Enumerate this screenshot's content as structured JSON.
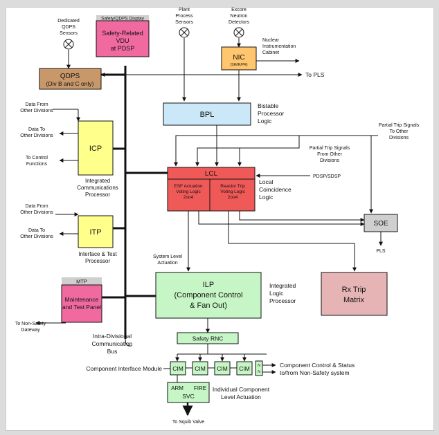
{
  "colors": {
    "safety_vdu": "#f06aa0",
    "qdps": "#c8976a",
    "nic": "#ffc66e",
    "bpl": "#cbe8f8",
    "icp": "#ffff8c",
    "itp": "#ffff8c",
    "lcl": "#ef5a58",
    "soe": "#cfcfcf",
    "mtp": "#f06aa0",
    "ilp": "#c6f5c6",
    "rx_trip": "#e6b4b4",
    "cim": "#c6f5c6",
    "header_gray": "#cfcfcf",
    "bus": "#111111"
  },
  "blocks": {
    "safety_vdu_header": "Safety/QDPS Display",
    "safety_vdu_line1": "Safety-Related",
    "safety_vdu_line2": "VDU",
    "safety_vdu_line3": "at PDSP",
    "qdps_line1": "QDPS",
    "qdps_line2": "(Div B and C only)",
    "nic_title": "NIC",
    "nic_sub": "(SR/IR/PR)",
    "bpl": "BPL",
    "icp": "ICP",
    "itp": "ITP",
    "lcl": "LCL",
    "lcl_esf_1": "ESF Actuation",
    "lcl_esf_2": "Voting Logic",
    "lcl_esf_3": "2oo4",
    "lcl_rt_1": "Reactor Trip",
    "lcl_rt_2": "Voting Logic",
    "lcl_rt_3": "2oo4",
    "soe": "SOE",
    "mtp_header": "MTP",
    "mtp_line1": "Maintenance",
    "mtp_line2": "and Test Panel",
    "ilp_line1": "ILP",
    "ilp_line2": "(Component Control",
    "ilp_line3": "& Fan Out)",
    "rx_line1": "Rx Trip",
    "rx_line2": "Matrix",
    "safety_rnc": "Safety RNC",
    "cim": "CIM",
    "svc_arm": "ARM",
    "svc_fire": "FIRE",
    "svc": "SVC"
  },
  "labels": {
    "dedicated_qdps_1": "Dedicated",
    "dedicated_qdps_2": "QDPS",
    "dedicated_qdps_3": "Sensors",
    "plant_process_1": "Plant",
    "plant_process_2": "Process",
    "plant_process_3": "Sensors",
    "excore_1": "Excore",
    "excore_2": "Neutron",
    "excore_3": "Detectors",
    "nic_cab_1": "Nuclear",
    "nic_cab_2": "Instrumentation",
    "nic_cab_3": "Cabinet",
    "to_pls_top": "To PLS",
    "bpl_desc_1": "Bistable",
    "bpl_desc_2": "Processor",
    "bpl_desc_3": "Logic",
    "partial_to_1": "Partial Trip Signals",
    "partial_to_2": "To Other",
    "partial_to_3": "Divisions",
    "partial_from_1": "Partial Trip Signals",
    "partial_from_2": "From Other",
    "partial_from_3": "Divisions",
    "data_from_icp_1": "Data From",
    "data_from_icp_2": "Other Divisions",
    "data_to_icp_1": "Data To",
    "data_to_icp_2": "Other Divisions",
    "to_control_1": "To Control",
    "to_control_2": "Functions",
    "icp_desc_1": "Integrated",
    "icp_desc_2": "Communications",
    "icp_desc_3": "Processor",
    "pdsp_sdsp": "PDSP/SDSP",
    "lcl_desc_1": "Local",
    "lcl_desc_2": "Coincidence",
    "lcl_desc_3": "Logic",
    "data_from_itp_1": "Data From",
    "data_from_itp_2": "Other Divisions",
    "data_to_itp_1": "Data To",
    "data_to_itp_2": "Other Divisions",
    "itp_desc_1": "Interface & Test",
    "itp_desc_2": "Processor",
    "pls_bottom": "PLS",
    "sys_level_1": "System Level",
    "sys_level_2": "Actuation",
    "ilp_desc_1": "Integrated",
    "ilp_desc_2": "Logic",
    "ilp_desc_3": "Processor",
    "nonsafety_gw_1": "To Non-Safety",
    "nonsafety_gw_2": "Gateway",
    "intra_1": "Intra-Divisional",
    "intra_2": "Communication",
    "intra_3": "Bus",
    "cim_module": "Component Interface Module",
    "comp_ctrl_1": "Component Control & Status",
    "comp_ctrl_2": "to/from Non-Safety system",
    "indiv_1": "Individual Component",
    "indiv_2": "Level Actuation",
    "to_squib": "To Squib Valve",
    "nsc_n1": "N",
    "nsc_n2": "N"
  }
}
